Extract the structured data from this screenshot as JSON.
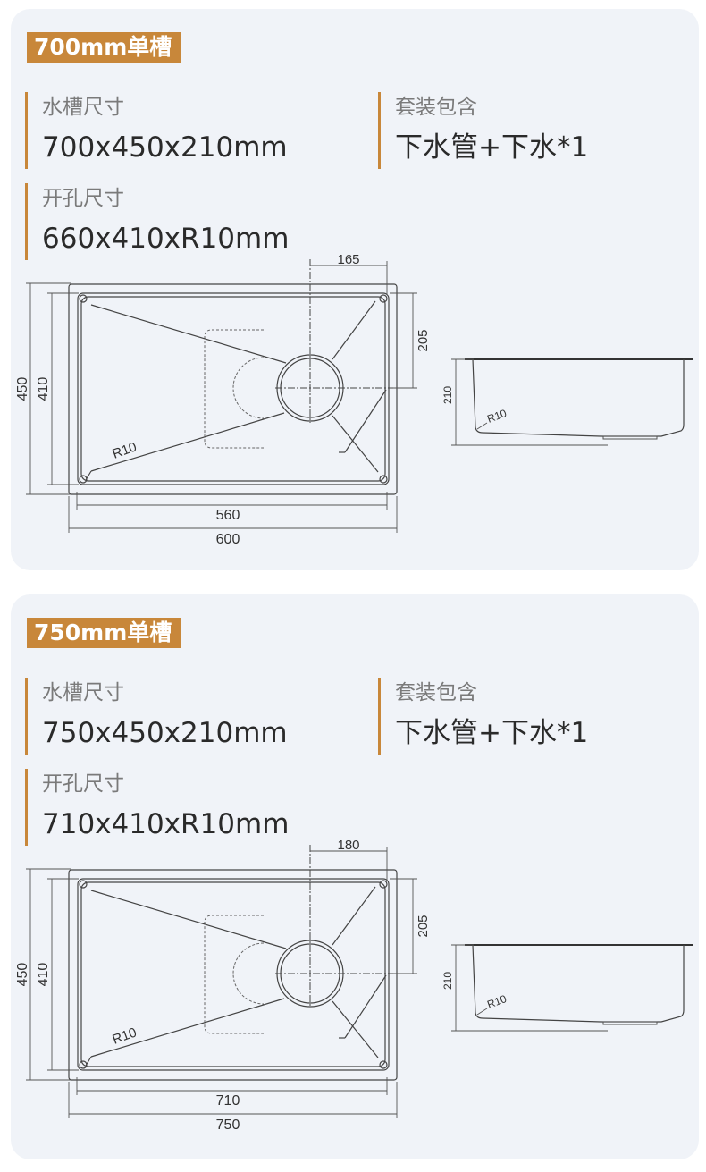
{
  "colors": {
    "accent": "#c8873a",
    "card_bg": "#f0f3f8",
    "text": "#2a2a2a",
    "label": "#7a7a7a"
  },
  "cards": [
    {
      "title": "700mm单槽",
      "sink_size_label": "水槽尺寸",
      "sink_size": "700x450x210mm",
      "package_label": "套装包含",
      "package": "下水管+下水*1",
      "cutout_label": "开孔尺寸",
      "cutout": "660x410xR10mm",
      "drawing": {
        "outer_h": "450",
        "inner_h": "410",
        "inner_w": "560",
        "outer_w": "600",
        "drain_x": "165",
        "drain_y": "205",
        "radius": "R10",
        "depth": "210",
        "side_radius": "R10"
      }
    },
    {
      "title": "750mm单槽",
      "sink_size_label": "水槽尺寸",
      "sink_size": "750x450x210mm",
      "package_label": "套装包含",
      "package": "下水管+下水*1",
      "cutout_label": "开孔尺寸",
      "cutout": "710x410xR10mm",
      "drawing": {
        "outer_h": "450",
        "inner_h": "410",
        "inner_w": "710",
        "outer_w": "750",
        "drain_x": "180",
        "drain_y": "205",
        "radius": "R10",
        "depth": "210",
        "side_radius": "R10"
      }
    }
  ]
}
